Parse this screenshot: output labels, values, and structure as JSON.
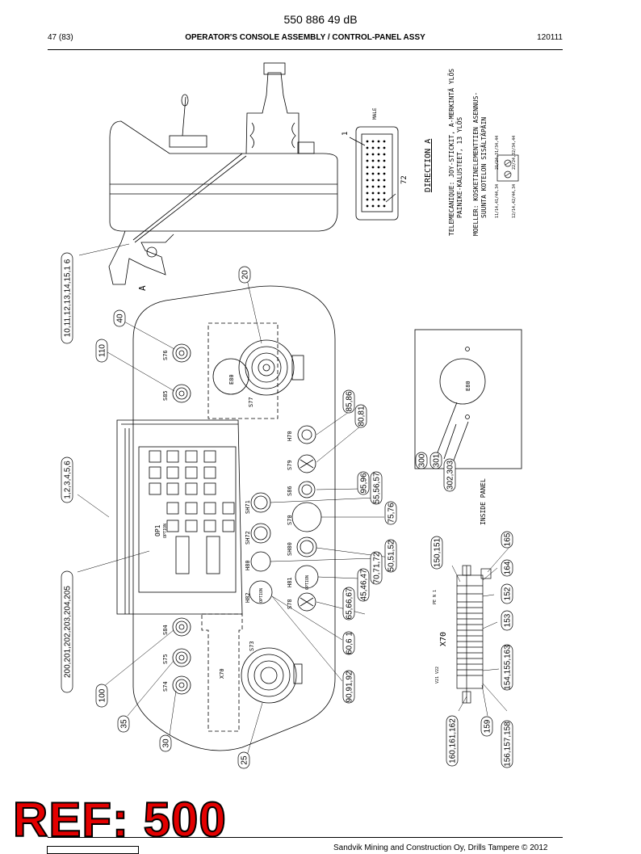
{
  "header": {
    "doc_number": "550 886 49 dB",
    "page": "47 (83)",
    "title": "OPERATOR'S CONSOLE ASSEMBLY / CONTROL-PANEL ASSY",
    "date": "120111"
  },
  "drawing": {
    "top_notes": {
      "mark_1": "1",
      "mark_72": "72",
      "male": "MALE",
      "direction": "DIRECTION A",
      "view_a": "A",
      "telemecanique": "TELEMECANIQUE: JOY-STICKIT, A-MERKINTÄ YLÖS",
      "telemecanique_2": "PAINIKE-KALUSTEET, 13 YLÖS",
      "moeller": "MOELLER: KOSKETINELEMENTTIEN ASENNUS-",
      "moeller_2": "SUUNTA KOTELON SISÄLTÄPÄIN",
      "contacts_1": "11/14,41/44,34",
      "contacts_2": "21/24,31/34,44",
      "contacts_3": "12/14,42/44,34",
      "contacts_4": "22/24,32/34,44"
    },
    "components": {
      "s76": "S76",
      "s85": "S85",
      "e80": "E80",
      "s77": "S77",
      "h70": "H70",
      "s79": "S79",
      "s86": "S86",
      "s71": "SH71",
      "s70": "S70",
      "sh72": "SH72",
      "sh80": "SH80",
      "h80": "H80",
      "h81": "H81",
      "option1": "OPTION",
      "h82": "H82",
      "option2": "OPTION",
      "s78": "S78",
      "op1": "OP1",
      "option3": "OPTION",
      "s84": "S84",
      "s75": "S75",
      "s74": "S74",
      "s73": "S73",
      "x70": "X70",
      "inside_e80": "E80",
      "inside_panel": "INSIDE PANEL",
      "x70_strip": "X70",
      "term_top": "PE N 1",
      "term_bottom": "V21 V22"
    },
    "callouts": [
      {
        "id": "c-10-6",
        "text": "10,11,12,13,14,15,1 6"
      },
      {
        "id": "c-20",
        "text": "20"
      },
      {
        "id": "c-40",
        "text": "40"
      },
      {
        "id": "c-110",
        "text": "110"
      },
      {
        "id": "c-85-86",
        "text": "85,86"
      },
      {
        "id": "c-80-81",
        "text": "80,81"
      },
      {
        "id": "c-1-6",
        "text": "1,2,3,4,5,6"
      },
      {
        "id": "c-95-96",
        "text": "95,96"
      },
      {
        "id": "c-55-57",
        "text": "55,56,57"
      },
      {
        "id": "c-75-76",
        "text": "75,76"
      },
      {
        "id": "c-50-52",
        "text": "50,51,52"
      },
      {
        "id": "c-70-72",
        "text": "70,71,72"
      },
      {
        "id": "c-45-47",
        "text": "45,46,47"
      },
      {
        "id": "c-65-67",
        "text": "65,66,67"
      },
      {
        "id": "c-200",
        "text": "200,201,202,203,204,205"
      },
      {
        "id": "c-60-61",
        "text": "60,6 1"
      },
      {
        "id": "c-90-92",
        "text": "90,91,92"
      },
      {
        "id": "c-100",
        "text": "100"
      },
      {
        "id": "c-35",
        "text": "35"
      },
      {
        "id": "c-30",
        "text": "30"
      },
      {
        "id": "c-25",
        "text": "25"
      },
      {
        "id": "c-300",
        "text": "300"
      },
      {
        "id": "c-301",
        "text": "301"
      },
      {
        "id": "c-302",
        "text": "302,303"
      },
      {
        "id": "c-150",
        "text": "150,151"
      },
      {
        "id": "c-164",
        "text": "164"
      },
      {
        "id": "c-165",
        "text": "165"
      },
      {
        "id": "c-152",
        "text": "152"
      },
      {
        "id": "c-153",
        "text": "153"
      },
      {
        "id": "c-154",
        "text": "154,155,163"
      },
      {
        "id": "c-159",
        "text": "159"
      },
      {
        "id": "c-160",
        "text": "160,161,162"
      },
      {
        "id": "c-156",
        "text": "156,157,158"
      }
    ]
  },
  "stamp": "REF: 500",
  "footer": "Sandvik Mining and Construction Oy, Drills Tampere © 2012"
}
